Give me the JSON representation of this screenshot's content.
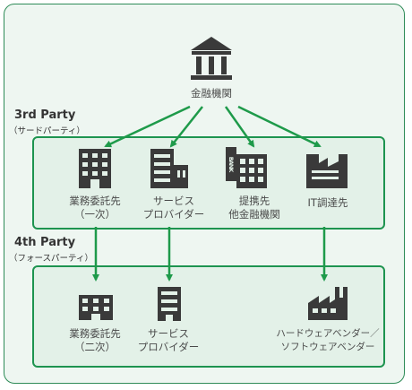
{
  "top_node": {
    "label": "金融機関"
  },
  "third_party": {
    "title": "3rd Party",
    "subtitle": "（サードパーティ）"
  },
  "fourth_party": {
    "title": "4th Party",
    "subtitle": "（フォースパーティ）"
  },
  "third_party_nodes": [
    {
      "line1": "業務委託先",
      "line2": "（一次）"
    },
    {
      "line1": "サービス",
      "line2": "プロバイダー"
    },
    {
      "line1": "提携先",
      "line2": "他金融機関",
      "sign": "BANK"
    },
    {
      "line1": "IT調達先"
    }
  ],
  "fourth_party_nodes": [
    {
      "line1": "業務委託先",
      "line2": "（二次）"
    },
    {
      "line1": "サービス",
      "line2": "プロバイダー"
    },
    {
      "line1": "ハードウェアベンダー／",
      "line2": "ソフトウェアベンダー"
    }
  ],
  "colors": {
    "arrow": "#1e9a4a",
    "border": "#1e9450",
    "icon": "#3a3a3a",
    "panel": "#e3f1e8",
    "background": "#eef6f1"
  },
  "icons": [
    "bank-building-icon",
    "office-building-icon",
    "office-building-icon",
    "bank-sign-building-icon",
    "factory-icon",
    "office-building-icon",
    "office-building-icon",
    "factory-icon"
  ]
}
